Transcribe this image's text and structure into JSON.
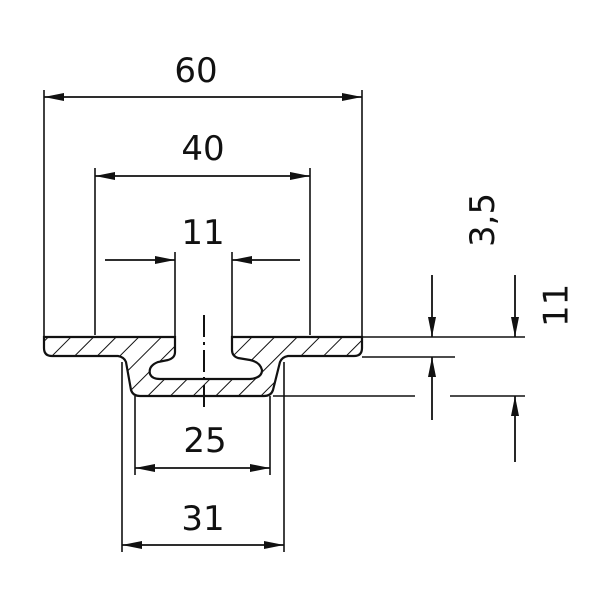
{
  "dimensions": {
    "overall_width": "60",
    "inner_width": "40",
    "slot_width": "11",
    "flange_thickness": "3,5",
    "total_height": "11",
    "channel_inner_width": "25",
    "channel_outer_width": "31"
  },
  "colors": {
    "line": "#111111",
    "background": "#ffffff"
  }
}
